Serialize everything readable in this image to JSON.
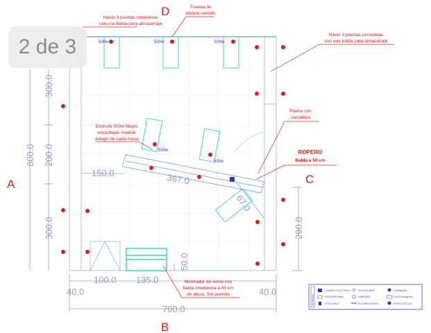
{
  "pager": {
    "label": "2 de 3"
  },
  "side_labels": {
    "a": "A",
    "b": "B",
    "c": "C",
    "d": "D"
  },
  "dimensions": {
    "total_height": "800.0",
    "upper_height": "300.0",
    "middle_height": "200.0",
    "lower_height": "300.0",
    "right_height": "290.0",
    "left_offset": "40.0",
    "right_offset": "40.0",
    "width_100": "100.0",
    "width_135": "135.0",
    "total_width": "700.0",
    "counter_offset": "150.0",
    "counter_length": "367.0",
    "counter_return": "67.0",
    "counter_height": "50.0"
  },
  "annotations": {
    "top_left_line1": "Hacer 3 puertas correderas",
    "top_left_line2": "con una balda para almacenaje",
    "back_line1": "Trasera de",
    "back_line2": "tablero sencillo",
    "right_line1": "Hacer 3 puertas correderas",
    "right_line2": "con una balda para almacenaje",
    "door_line1": "Puerta con",
    "door_line2": "cerradura",
    "wardrobe_title": "ROPERO",
    "wardrobe_sub": "Balda a 50 cm",
    "socket_line1": "Enchufe 500w Negro",
    "socket_line2": "encastrado mueble",
    "socket_line3": "debajo de cada mesa",
    "counter_line1": "Mostrador de venta con",
    "counter_line2": "balda intermedia a 45 cm",
    "counter_line3": "de altura. Sin puertas"
  },
  "power_labels": [
    "500w",
    "500w",
    "500w",
    "500w",
    "500w"
  ],
  "legend": {
    "title": "LEYENDA",
    "items": [
      "CUADRO ELECTRICO",
      "ENCHUFE doble",
      "FOCO PALA",
      "FOCO ALARM",
      "LAMPARA",
      "FLUORESCENTE",
      "LUMINARIA",
      "FOCO halogenos",
      "PUNTO DE LUZ"
    ]
  },
  "colors": {
    "wall": "#a9c4dc",
    "furniture": "#3ed6c0",
    "annotation": "#e02020",
    "dimension": "#8fa0bd",
    "electrical": "#3030d0"
  }
}
